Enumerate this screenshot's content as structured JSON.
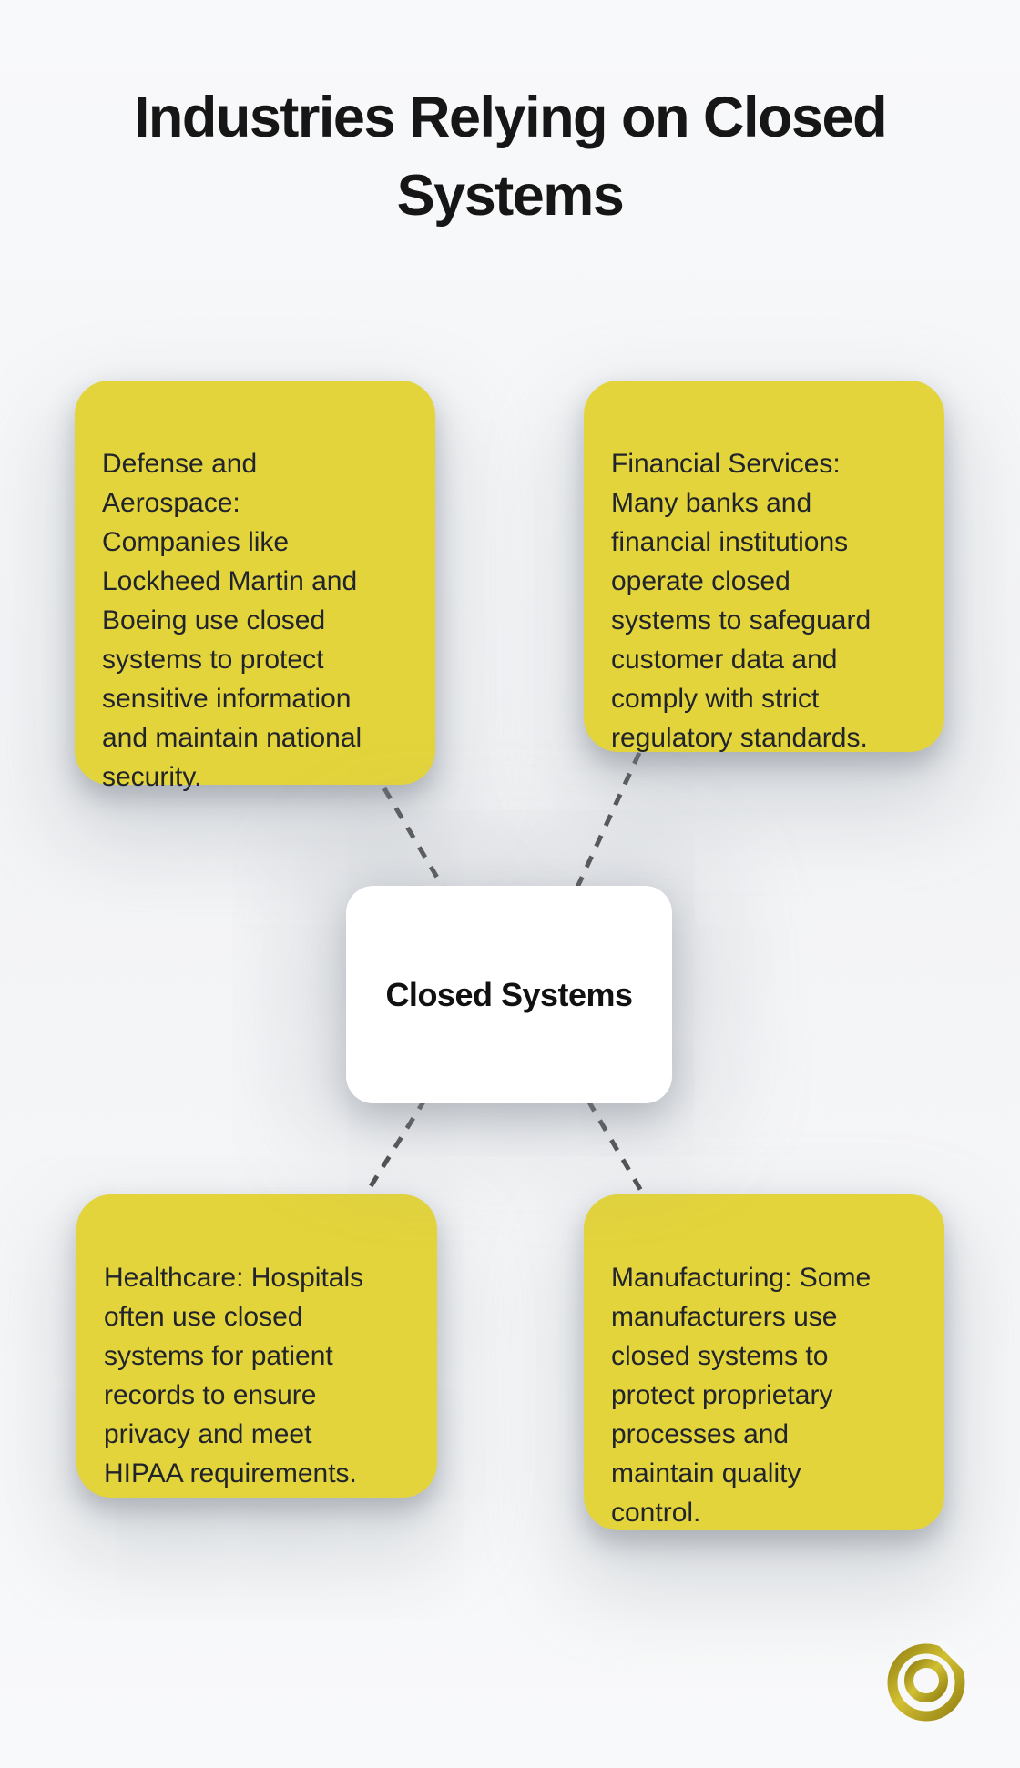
{
  "title": "Industries Relying on Closed\nSystems",
  "center_node": {
    "label": "Closed Systems"
  },
  "nodes": [
    {
      "id": "defense-aerospace",
      "text": "Defense and\nAerospace:\nCompanies like\nLockheed Martin and\nBoeing use closed\nsystems to protect\nsensitive information\nand maintain national\nsecurity."
    },
    {
      "id": "financial-services",
      "text": "Financial Services:\nMany banks and\nfinancial institutions\noperate closed\nsystems to safeguard\ncustomer data and\ncomply with strict\nregulatory standards."
    },
    {
      "id": "healthcare",
      "text": "Healthcare: Hospitals\noften use closed\nsystems for patient\nrecords to ensure\nprivacy and meet\nHIPAA requirements."
    },
    {
      "id": "manufacturing",
      "text": "Manufacturing: Some\nmanufacturers use\nclosed systems to\nprotect proprietary\nprocesses and\nmaintain quality\ncontrol."
    }
  ],
  "icons": [
    {
      "name": "q-monogram-logo"
    }
  ],
  "colors": {
    "background": "#f8f9fa",
    "node_fill": "#e3d43c",
    "node_text": "#21242b",
    "center_fill": "#ffffff",
    "center_text": "#111111",
    "title_text": "#161616",
    "connector": "#4d4d4d",
    "logo_gold_light": "#d2c033",
    "logo_gold_dark": "#948213"
  }
}
